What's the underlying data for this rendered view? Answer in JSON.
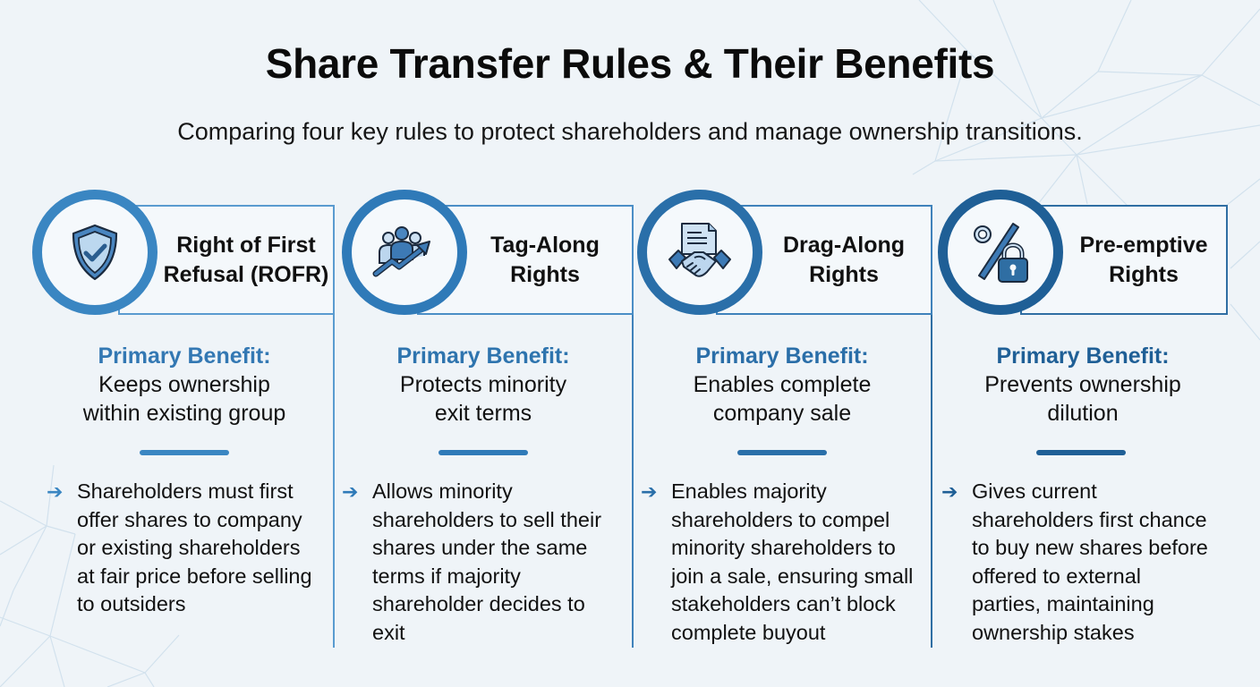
{
  "header": {
    "title": "Share Transfer Rules & Their Benefits",
    "subtitle": "Comparing four key rules to protect shareholders and manage ownership transitions."
  },
  "benefit_label": "Primary Benefit:",
  "colors": {
    "background": "#eff4f8",
    "col1_accent": "#3a86c2",
    "col2_accent": "#2f7ab8",
    "col3_accent": "#2a6fa9",
    "col4_accent": "#1f5f96"
  },
  "rules": [
    {
      "icon": "shield-check-icon",
      "title_line1": "Right of First",
      "title_line2": "Refusal (ROFR)",
      "benefit_line1": "Keeps ownership",
      "benefit_line2": "within existing group",
      "bullet_icon": "arrow-right-icon",
      "description": "Shareholders must first offer shares to company or existing shareholders at fair price before selling to outsiders"
    },
    {
      "icon": "people-growth-arrow-icon",
      "title_line1": "Tag-Along",
      "title_line2": "Rights",
      "benefit_line1": "Protects minority",
      "benefit_line2": "exit terms",
      "bullet_icon": "arrow-right-icon",
      "description": "Allows minority shareholders to sell their shares under the same terms if majority shareholder decides to exit"
    },
    {
      "icon": "handshake-document-icon",
      "title_line1": "Drag-Along",
      "title_line2": "Rights",
      "benefit_line1": "Enables complete",
      "benefit_line2": "company sale",
      "bullet_icon": "arrow-right-icon",
      "description": "Enables majority shareholders to compel minority shareholders to join a sale, ensuring small stakeholders can’t block complete buyout"
    },
    {
      "icon": "percent-lock-icon",
      "title_line1": "Pre-emptive",
      "title_line2": "Rights",
      "benefit_line1": "Prevents ownership",
      "benefit_line2": "dilution",
      "bullet_icon": "arrow-right-icon",
      "description": "Gives current shareholders first chance to buy new shares before offered to external parties, maintaining ownership stakes"
    }
  ]
}
